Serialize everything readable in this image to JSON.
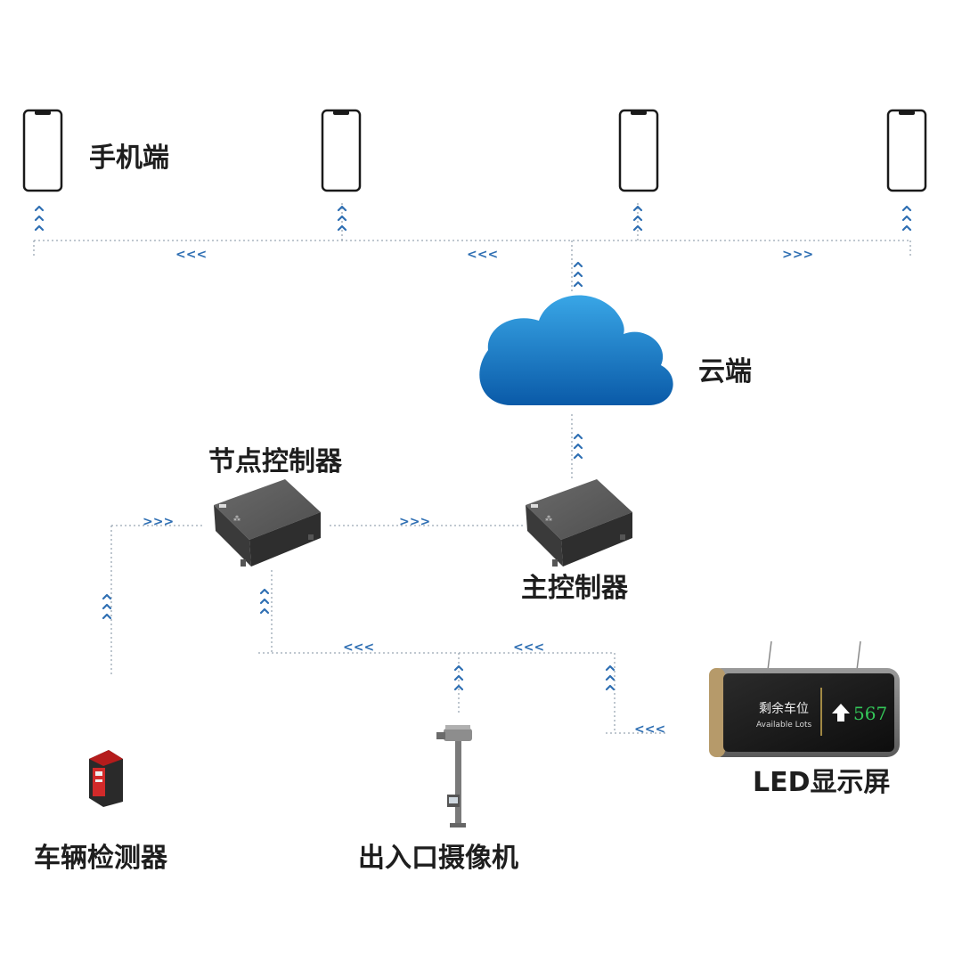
{
  "labels": {
    "phone": "手机端",
    "cloud": "云端",
    "node_controller": "节点控制器",
    "main_controller": "主控制器",
    "led_display": "LED显示屏",
    "vehicle_detector": "车辆检测器",
    "gate_camera": "出入口摄像机"
  },
  "led_screen": {
    "title_cn": "剩余车位",
    "title_en": "Available Lots",
    "count": "567"
  },
  "arrows": {
    "left": "<<<",
    "right": ">>>"
  },
  "colors": {
    "arrow": "#2f6fb3",
    "cloud_top": "#3aa0e0",
    "cloud_bottom": "#0b5fae",
    "box": "#4a4a4a",
    "led_number": "#34c759"
  }
}
